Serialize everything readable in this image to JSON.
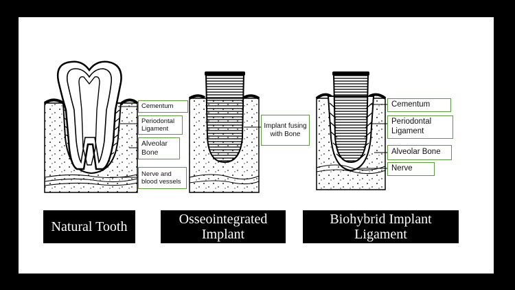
{
  "natural_tooth": {
    "title": "Natural Tooth",
    "labels": {
      "cementum": "Cementum",
      "periodontal_ligament": "Periodontal Ligament",
      "alveolar_bone": "Alveolar Bone",
      "nerve_vessels": "Nerve and blood vessels"
    }
  },
  "osseointegrated": {
    "title": "Osseointegrated Implant",
    "labels": {
      "implant_fusing": "Implant fusing with Bone"
    }
  },
  "biohybrid": {
    "title": "Biohybrid Implant Ligament",
    "labels": {
      "cementum": "Cementum",
      "periodontal_ligament": "Periodontal Ligament",
      "alveolar_bone": "Alveolar Bone",
      "nerve": "Nerve"
    }
  },
  "colors": {
    "background": "#000000",
    "panel": "#ffffff",
    "label_border": "#5a9a3a",
    "title_box": "#000000"
  }
}
